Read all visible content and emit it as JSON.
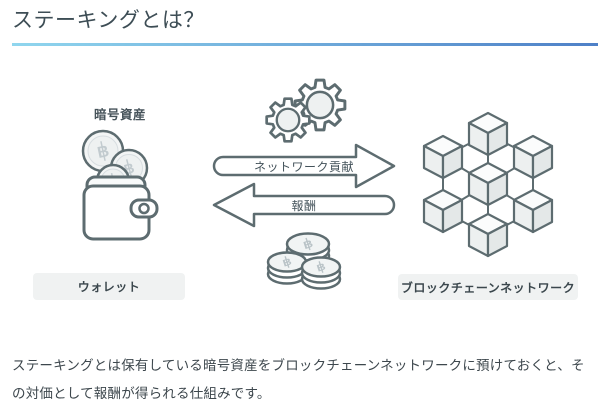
{
  "header": {
    "title": "ステーキングとは？"
  },
  "diagram": {
    "asset_label": "暗号資産",
    "wallet_label": "ウォレット",
    "network_label": "ブロックチェーンネットワーク",
    "contribution_arrow_label": "ネットワーク貢献",
    "reward_arrow_label": "報酬",
    "coin_symbol": "B"
  },
  "description": {
    "text": "ステーキングとは保有している暗号資産をブロックチェーンネットワークに預けておくと、その対価として報酬が得られる仕組みです。"
  },
  "colors": {
    "outline": "#5d6c70",
    "accent_gradient_start": "#90d6ee",
    "accent_gradient_end": "#4e80c7",
    "label_box_bg": "#f0f2f2",
    "body_text": "#3d474d"
  }
}
